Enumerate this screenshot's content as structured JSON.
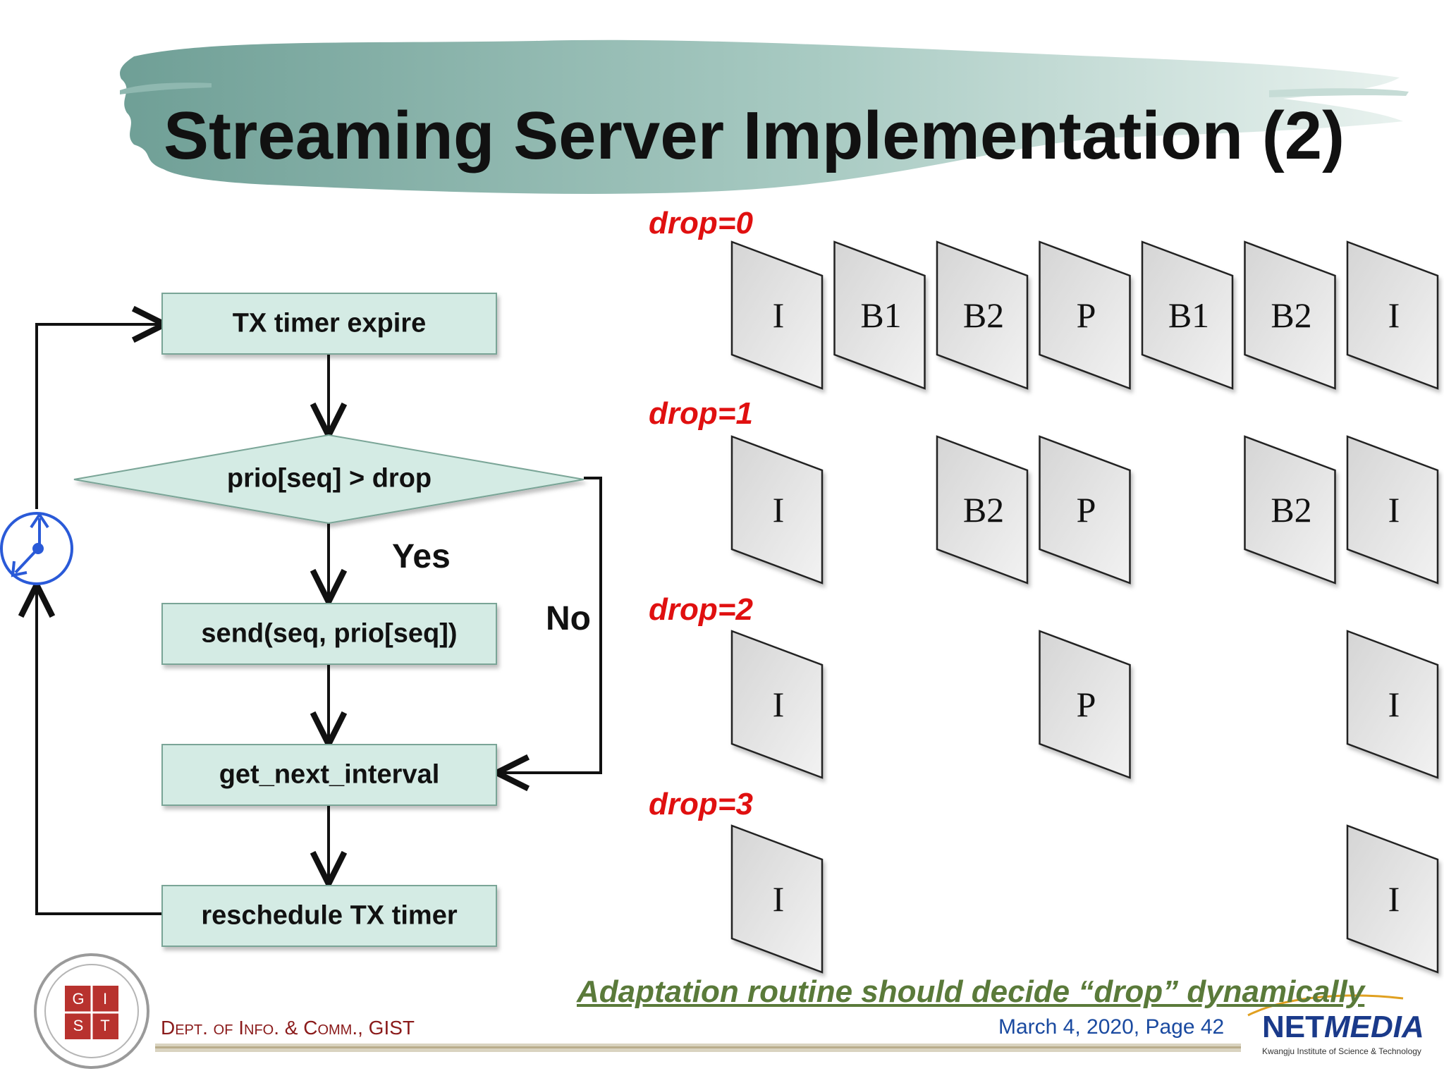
{
  "title": "Streaming Server Implementation (2)",
  "flowchart": {
    "tx_timer_expire": "TX timer expire",
    "decision": "prio[seq] > drop",
    "send": "send(seq, prio[seq])",
    "get_next_interval": "get_next_interval",
    "reschedule": "reschedule TX timer",
    "yes_label": "Yes",
    "no_label": "No"
  },
  "frame_rows": [
    {
      "label": "drop=0",
      "frames": [
        {
          "col": 0,
          "type": "I"
        },
        {
          "col": 1,
          "type": "B1"
        },
        {
          "col": 2,
          "type": "B2"
        },
        {
          "col": 3,
          "type": "P"
        },
        {
          "col": 4,
          "type": "B1"
        },
        {
          "col": 5,
          "type": "B2"
        },
        {
          "col": 6,
          "type": "I"
        }
      ]
    },
    {
      "label": "drop=1",
      "frames": [
        {
          "col": 0,
          "type": "I"
        },
        {
          "col": 2,
          "type": "B2"
        },
        {
          "col": 3,
          "type": "P"
        },
        {
          "col": 5,
          "type": "B2"
        },
        {
          "col": 6,
          "type": "I"
        }
      ]
    },
    {
      "label": "drop=2",
      "frames": [
        {
          "col": 0,
          "type": "I"
        },
        {
          "col": 3,
          "type": "P"
        },
        {
          "col": 6,
          "type": "I"
        }
      ]
    },
    {
      "label": "drop=3",
      "frames": [
        {
          "col": 0,
          "type": "I"
        },
        {
          "col": 6,
          "type": "I"
        }
      ]
    }
  ],
  "footer": {
    "note": "Adaptation routine should decide “drop” dynamically",
    "dept": "Dept. of Info. & Comm., GIST",
    "date": "March 4, 2020,  Page  42",
    "logo_text_1": "NET",
    "logo_text_2": "MEDIA",
    "logo_sub": "Kwangju Institute of Science & Technology",
    "seal_letters": [
      "G",
      "I",
      "S",
      "T"
    ]
  },
  "colors": {
    "box_fill": "#d4ebe4",
    "box_stroke": "#7aa597",
    "drop_label": "#e01010",
    "frame_fill": "#e3e3e3",
    "clock": "#2a5ad8",
    "banner": "#8fb8b0"
  }
}
